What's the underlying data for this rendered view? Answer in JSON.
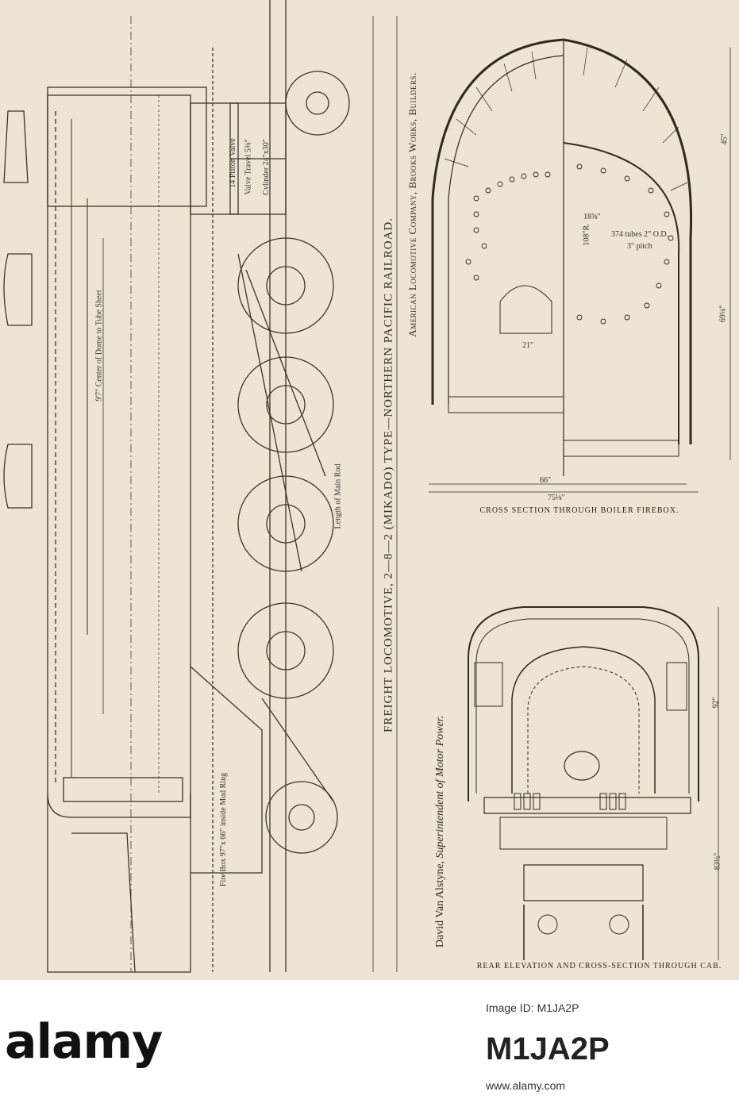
{
  "document": {
    "title": "FREIGHT LOCOMOTIVE, 2—8—2 (MIKADO) TYPE—NORTHERN PACIFIC RAILROAD.",
    "builder": "American Locomotive Company, Brooks Works, Builders.",
    "author_name": "David Van Alstyne,",
    "author_role": "Superintendent of Motor Power.",
    "captions": {
      "firebox": "CROSS SECTION THROUGH BOILER FIREBOX.",
      "cab": "REAR ELEVATION AND CROSS-SECTION THROUGH CAB."
    },
    "drawing_labels": {
      "piston_valve": "14 Piston Valve",
      "valve_travel": "Valve Travel 5⅜\"",
      "cylinder": "Cylinder 24\"x30\"",
      "dome_to_tube": "9'7\" Center of Dome to Tube Sheet",
      "main_rod": "Length of Main Rod",
      "fire_box": "Fire Box 97\"x 66\" inside Mud Ring",
      "tubes": "374 tubes 2\" O.D.",
      "pitch": "3\" pitch",
      "radius_108": "108\"R.",
      "dim_66": "66\"",
      "dim_75": "75⅛\"",
      "dim_69": "69¼\"",
      "dim_45": "45\"",
      "dim_92": "92\"",
      "dim_83": "83½\"",
      "dim_21": "21\"",
      "dim_18": "18⅝\""
    }
  },
  "watermark": {
    "logo": "alamy",
    "image_id": "Image ID: M1JA2P",
    "code": "M1JA2P",
    "url": "www.alamy.com"
  }
}
